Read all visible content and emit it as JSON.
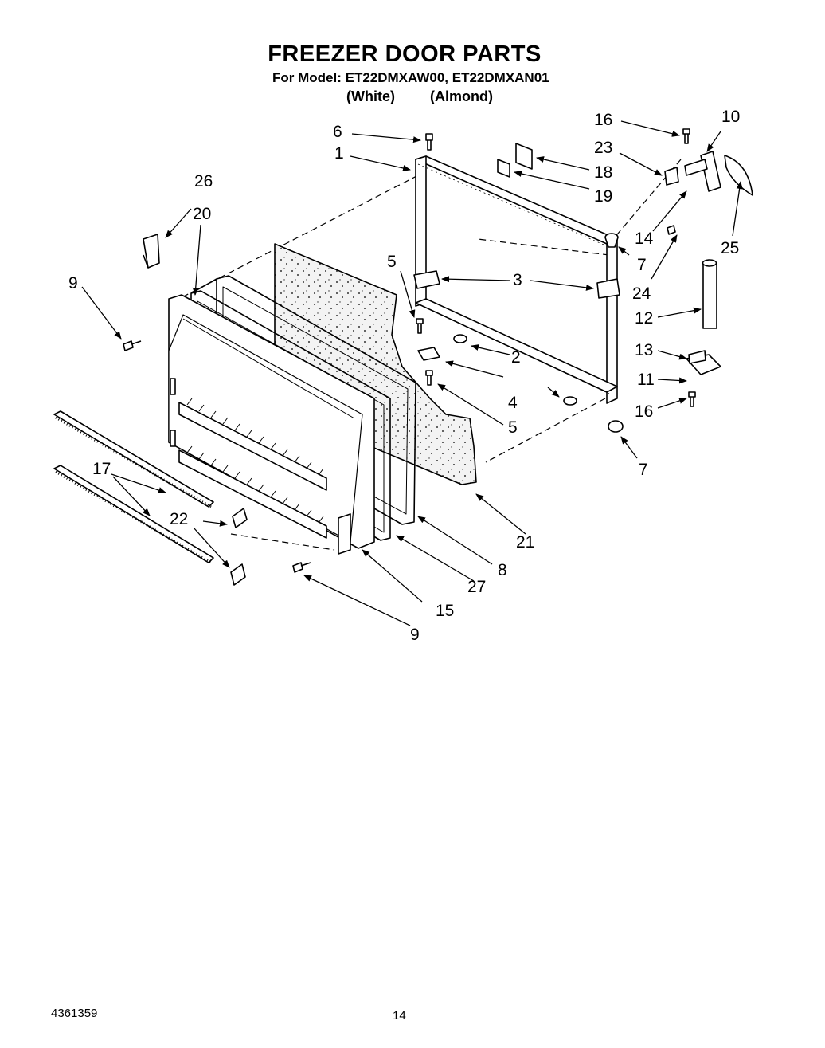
{
  "title": "FREEZER DOOR PARTS",
  "model_line": "For Model: ET22DMXAW00,  ET22DMXAN01",
  "variants": [
    "(White)",
    "(Almond)"
  ],
  "callouts": [
    "6",
    "1",
    "26",
    "20",
    "9",
    "5",
    "3",
    "2",
    "4",
    "5",
    "17",
    "22",
    "9",
    "15",
    "27",
    "8",
    "21",
    "16",
    "10",
    "23",
    "18",
    "19",
    "14",
    "7",
    "25",
    "24",
    "12",
    "13",
    "11",
    "16",
    "7"
  ],
  "doc_number": "4361359",
  "page_number": "14"
}
